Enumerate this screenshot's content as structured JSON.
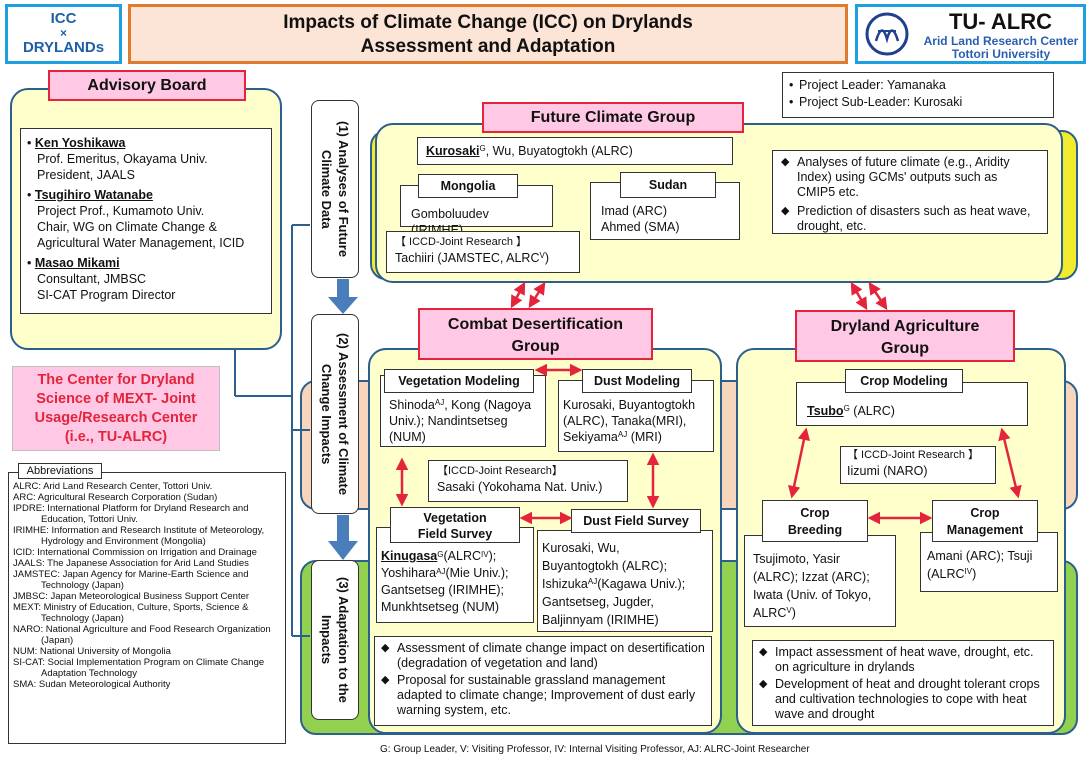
{
  "header": {
    "logo_left": {
      "line1": "ICC",
      "line2": "×",
      "line3": "DRYLANDs"
    },
    "title_line1": "Impacts of Climate Change (ICC) on Drylands",
    "title_line2": "Assessment and Adaptation",
    "logo_right": {
      "name": "TU- ALRC",
      "sub1": "Arid Land Research Center",
      "sub2": "Tottori University"
    }
  },
  "advisory": {
    "title": "Advisory Board",
    "members": [
      {
        "name": "Ken Yoshikawa",
        "lines": [
          "Prof. Emeritus, Okayama Univ.",
          "President, JAALS"
        ]
      },
      {
        "name": "Tsugihiro Watanabe",
        "lines": [
          "Project Prof., Kumamoto Univ.",
          "Chair, WG on Climate Change &",
          "Agricultural Water Management, ICID"
        ]
      },
      {
        "name": "Masao Mikami",
        "lines": [
          "Consultant, JMBSC",
          "SI-CAT Program Director"
        ]
      }
    ]
  },
  "center": {
    "line1": "The Center for Dryland",
    "line2": "Science of MEXT- Joint",
    "line3": "Usage/Research Center",
    "line4": "(i.e., TU-ALRC)"
  },
  "abbrev": {
    "title": "Abbreviations",
    "items": [
      "ALRC: Arid Land Research Center, Tottori Univ.",
      "ARC: Agricultural Research Corporation (Sudan)",
      "IPDRE: International Platform for Dryland Research and Education, Tottori Univ.",
      "IRIMHE: Information and Research Institute of Meteorology, Hydrology and Environment (Mongolia)",
      "ICID: International Commission on Irrigation and Drainage",
      "JAALS: The Japanese Association for Arid Land Studies",
      "JAMSTEC: Japan Agency for Marine-Earth Science and Technology (Japan)",
      "JMBSC: Japan Meteorological Business Support Center",
      "MEXT: Ministry of Education, Culture, Sports, Science & Technology (Japan)",
      "NARO: National Agriculture and Food Research Organization (Japan)",
      "NUM: National University of Mongolia",
      "SI-CAT: Social Implementation Program on Climate Change Adaptation Technology",
      "SMA: Sudan Meteorological Authority"
    ]
  },
  "stages": {
    "s1": "(1) Analyses of Future Climate Data",
    "s2": "(2) Assessment of Climate Change Impacts",
    "s3": "(3) Adaptation to the Impacts"
  },
  "project": {
    "leader": "Project Leader: Yamanaka",
    "subleader": "Project Sub-Leader: Kurosaki"
  },
  "future": {
    "title": "Future Climate Group",
    "leader_name": "Kurosaki",
    "leader_sup": "G",
    "leader_rest": ", Wu, Buyatogtokh (ALRC)",
    "mongolia": {
      "label": "Mongolia",
      "text": "Gomboluudev (IRIMHE)"
    },
    "sudan": {
      "label": "Sudan",
      "line1": "Imad (ARC)",
      "line2": "Ahmed (SMA)"
    },
    "iccd": {
      "label": "【 ICCD-Joint Research 】",
      "text_main": "Tachiiri (JAMSTEC, ALRC",
      "text_sup": "V",
      "text_end": ")"
    },
    "bullets": [
      "Analyses of future climate (e.g., Aridity Index) using GCMs' outputs such as CMIP5 etc.",
      "Prediction of disasters such as heat wave, drought, etc."
    ]
  },
  "desert": {
    "title1": "Combat Desertification",
    "title2": "Group",
    "veg_model": {
      "label": "Vegetation Modeling",
      "line1a": "Shinoda",
      "line1sup": "AJ",
      "line1b": ", Kong (Nagoya",
      "line2": "Univ.); Nandintsetseg",
      "line3": "(NUM)"
    },
    "dust_model": {
      "label": "Dust Modeling",
      "line1": "Kurosaki, Buyantogtokh",
      "line2": "(ALRC), Tanaka(MRI),",
      "line3a": "Sekiyama",
      "line3sup": "AJ",
      "line3b": " (MRI)"
    },
    "iccd": {
      "label": "【ICCD-Joint Research】",
      "text": "Sasaki (Yokohama Nat. Univ.)"
    },
    "veg_field": {
      "label1": "Vegetation",
      "label2": "Field Survey",
      "l1name": "Kinugasa",
      "l1sup": "G",
      "l1a": "(ALRC",
      "l1sup2": "IV",
      "l1b": ");",
      "l2a": "Yoshihara",
      "l2sup": "AJ",
      "l2b": "(Mie Univ.);",
      "l3": "Gantsetseg (IRIMHE);",
      "l4": "Munkhtsetseg (NUM)"
    },
    "dust_field": {
      "label": "Dust Field Survey",
      "l1": "Kurosaki, Wu,",
      "l2": "Buyantogtokh (ALRC);",
      "l3a": "Ishizuka",
      "l3sup": "AJ",
      "l3b": "(Kagawa Univ.);",
      "l4": "Gantsetseg, Jugder,",
      "l5": "Baljinnyam (IRIMHE)"
    },
    "bullets": [
      "Assessment of climate change impact on desertification (degradation of vegetation and land)",
      "Proposal for sustainable grassland management adapted to climate change; Improvement of dust early warning system, etc."
    ]
  },
  "agri": {
    "title1": "Dryland Agriculture",
    "title2": "Group",
    "crop_model": {
      "label": "Crop Modeling",
      "name": "Tsubo",
      "sup": "G",
      "rest": " (ALRC)"
    },
    "iccd": {
      "label": "【 ICCD-Joint Research 】",
      "text": "Iizumi (NARO)"
    },
    "breeding": {
      "label1": "Crop",
      "label2": "Breeding",
      "l1": "Tsujimoto, Yasir",
      "l2": "(ALRC); Izzat (ARC);",
      "l3": "Iwata (Univ. of Tokyo,",
      "l4a": "ALRC",
      "l4sup": "V",
      "l4b": ")"
    },
    "management": {
      "label1": "Crop",
      "label2": "Management",
      "l1": "Amani (ARC); Tsuji",
      "l2a": "(ALRC",
      "l2sup": "IV",
      "l2b": ")"
    },
    "bullets": [
      "Impact assessment of heat wave, drought, etc. on agriculture in drylands",
      "Development of heat and drought tolerant crops and cultivation technologies to cope with heat wave and drought"
    ]
  },
  "legend": "G: Group Leader, V: Visiting Professor, IV: Internal Visiting Professor, AJ: ALRC-Joint Researcher",
  "colors": {
    "border_blue": "#2d5f8c",
    "pink_fill": "#ffc9e6",
    "pink_border": "#e3243b",
    "yellow_fill": "#ffffcc",
    "arrow_red": "#e3243b",
    "arrow_blue": "#4a7ebb"
  }
}
